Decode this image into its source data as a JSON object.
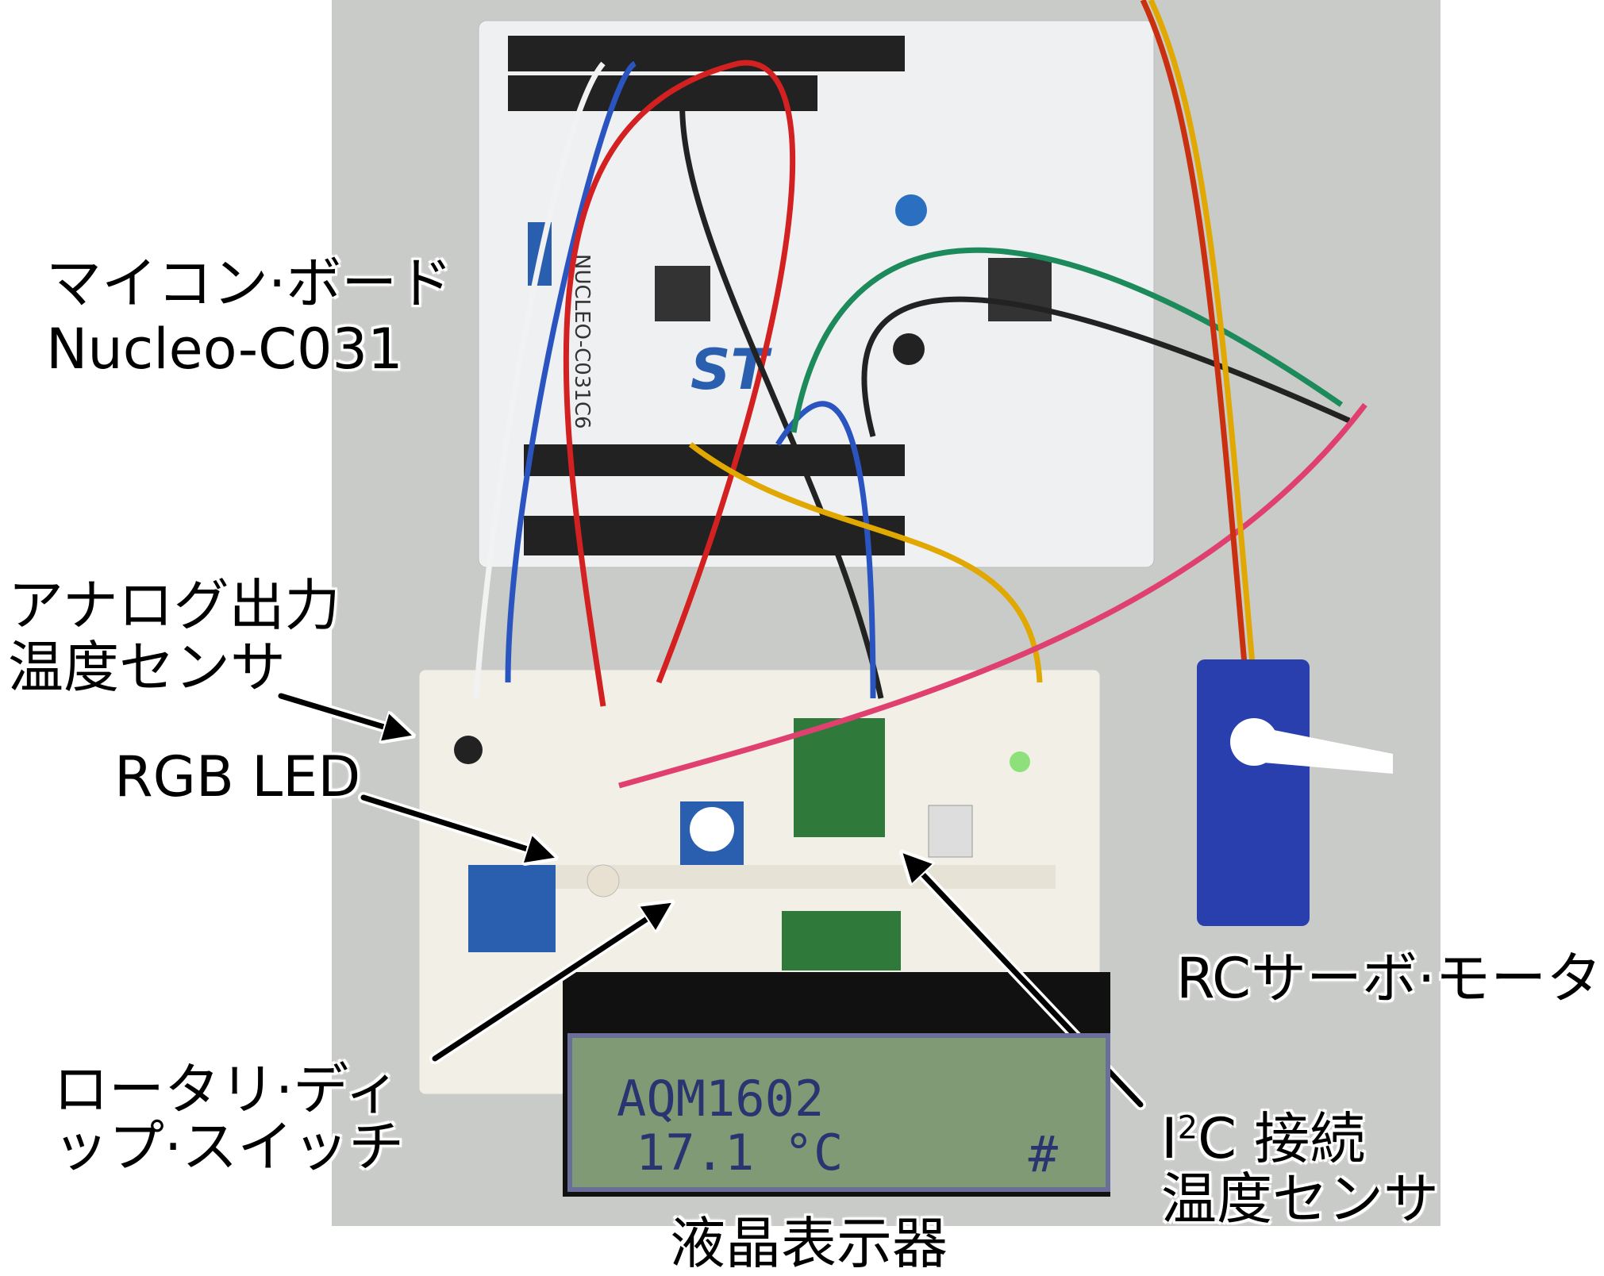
{
  "labels": {
    "board_line1": "マイコン·ボード",
    "board_line2": "Nucleo-C031",
    "analog_line1": "アナログ出力",
    "analog_line2": "温度センサ",
    "rgb_led": "RGB LED",
    "rotary_line1": "ロータリ·ディ",
    "rotary_line2": "ップ·スイッチ",
    "lcd": "液晶表示器",
    "i2c_prefix": "I",
    "i2c_sup": "2",
    "i2c_suffix": "C 接続",
    "i2c_line2": "温度センサ",
    "servo": "RCサーボ·モータ"
  },
  "lcd_display": {
    "line1": "AQM1602",
    "line2": "17.1 °C",
    "indicator": "#"
  },
  "board_silkscreen": {
    "model": "NUCLEO-C031C6",
    "brand": "ST"
  },
  "colors": {
    "background": "#c9cbc8",
    "board": "#eef0f2",
    "breadboard": "#f2efe6",
    "lcd_screen": "#7f9a74",
    "lcd_text": "#2a3470",
    "servo": "#2a3fae"
  }
}
